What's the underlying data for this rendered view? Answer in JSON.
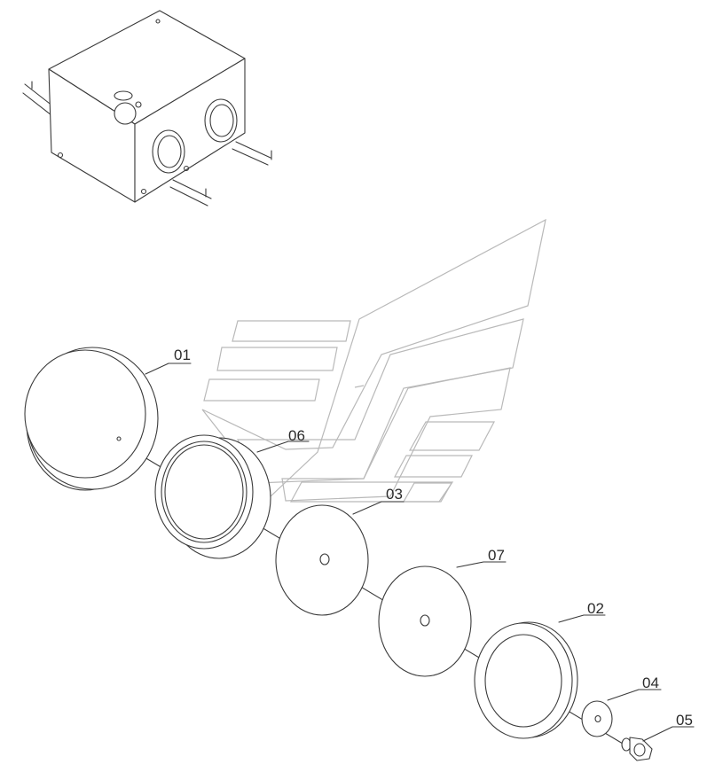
{
  "callouts": [
    {
      "id": "01",
      "text": "01"
    },
    {
      "id": "06",
      "text": "06"
    },
    {
      "id": "03",
      "text": "03"
    },
    {
      "id": "07",
      "text": "07"
    },
    {
      "id": "02",
      "text": "02"
    },
    {
      "id": "04",
      "text": "04"
    },
    {
      "id": "05",
      "text": "05"
    }
  ],
  "colors": {
    "line": "#3a3a3a",
    "watermark": "#b9b9b9",
    "background": "#ffffff"
  },
  "icons": {
    "watermark": "winged-chevron-logo"
  }
}
